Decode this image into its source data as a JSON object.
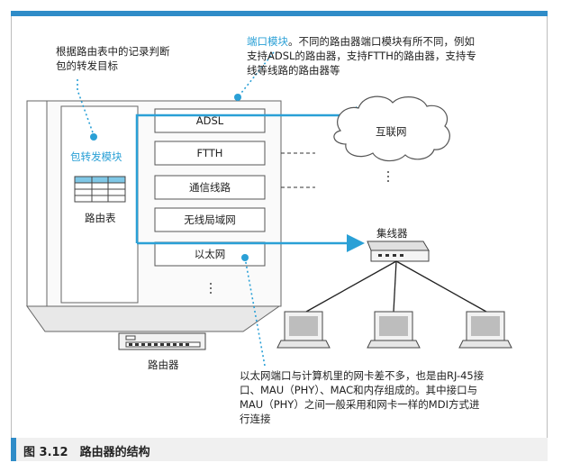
{
  "note_top_left": [
    "根据路由表中的记录判断",
    "包的转发目标"
  ],
  "note_top_right": {
    "highlight": "端口模块",
    "lines": [
      "。不同的路由器端口模块有所不同，例如",
      "支持ADSL的路由器，支持FTTH的路由器，支持专",
      "线等线路的路由器等"
    ]
  },
  "forwarding_module": "包转发模块",
  "routing_table": "路由表",
  "ports": [
    "ADSL",
    "FTTH",
    "通信线路",
    "无线局域网",
    "以太网"
  ],
  "ellipsis": "⋮",
  "internet": "互联网",
  "hub": "集线器",
  "router": "路由器",
  "note_bottom": [
    "以太网端口与计算机里的网卡差不多，也是由RJ-45接",
    "口、MAU（PHY）、MAC和内存组成的。其中接口与",
    "MAU（PHY）之间一般采用和网卡一样的MDI方式进",
    "行连接"
  ],
  "caption": "图 3.12　路由器的结构",
  "colors": {
    "accent": "#2aa0d6",
    "bar": "#2f8cc8"
  }
}
